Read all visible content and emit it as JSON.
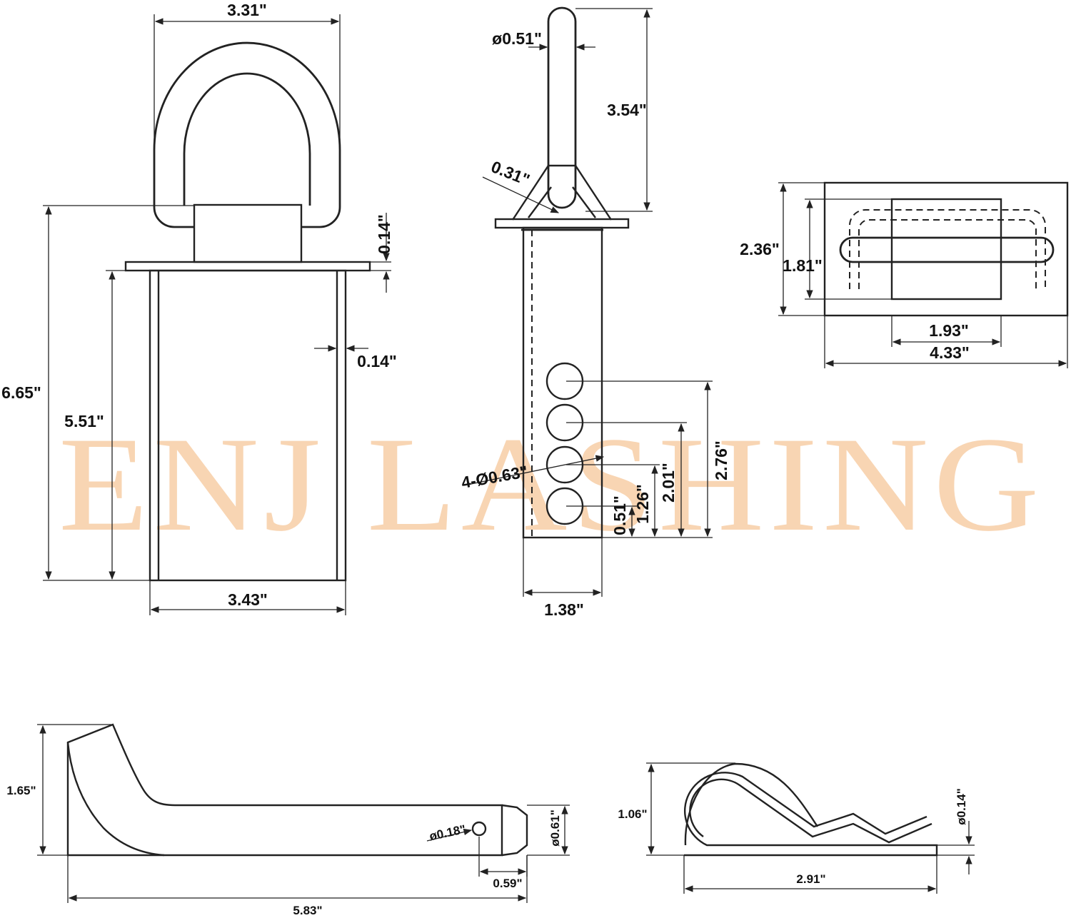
{
  "watermark": "ENJ LASHING",
  "views": {
    "front": {
      "ring_width": "3.31\"",
      "total_height": "6.65\"",
      "tube_height": "5.51\"",
      "plate_thickness": "0.14\"",
      "wall_thickness": "0.14\"",
      "tube_width": "3.43\""
    },
    "side": {
      "ring_diameter": "ø0.51\"",
      "ring_height": "3.54\"",
      "bracket_thickness": "0.31\"",
      "holes": "4-Ø0.63\"",
      "hole_1": "0.51\"",
      "hole_2": "1.26\"",
      "hole_3": "2.01\"",
      "hole_4": "2.76\"",
      "tube_width": "1.38\""
    },
    "top": {
      "plate_height": "2.36\"",
      "ring_height": "1.81\"",
      "block_width": "1.93\"",
      "plate_width": "4.33\""
    },
    "pin": {
      "height": "1.65\"",
      "hole_diameter": "ø0.18\"",
      "tip_diameter": "ø0.61\"",
      "hole_offset": "0.59\"",
      "length": "5.83\""
    },
    "clip": {
      "height": "1.06\"",
      "wire_diameter": "ø0.14\"",
      "length": "2.91\""
    }
  }
}
